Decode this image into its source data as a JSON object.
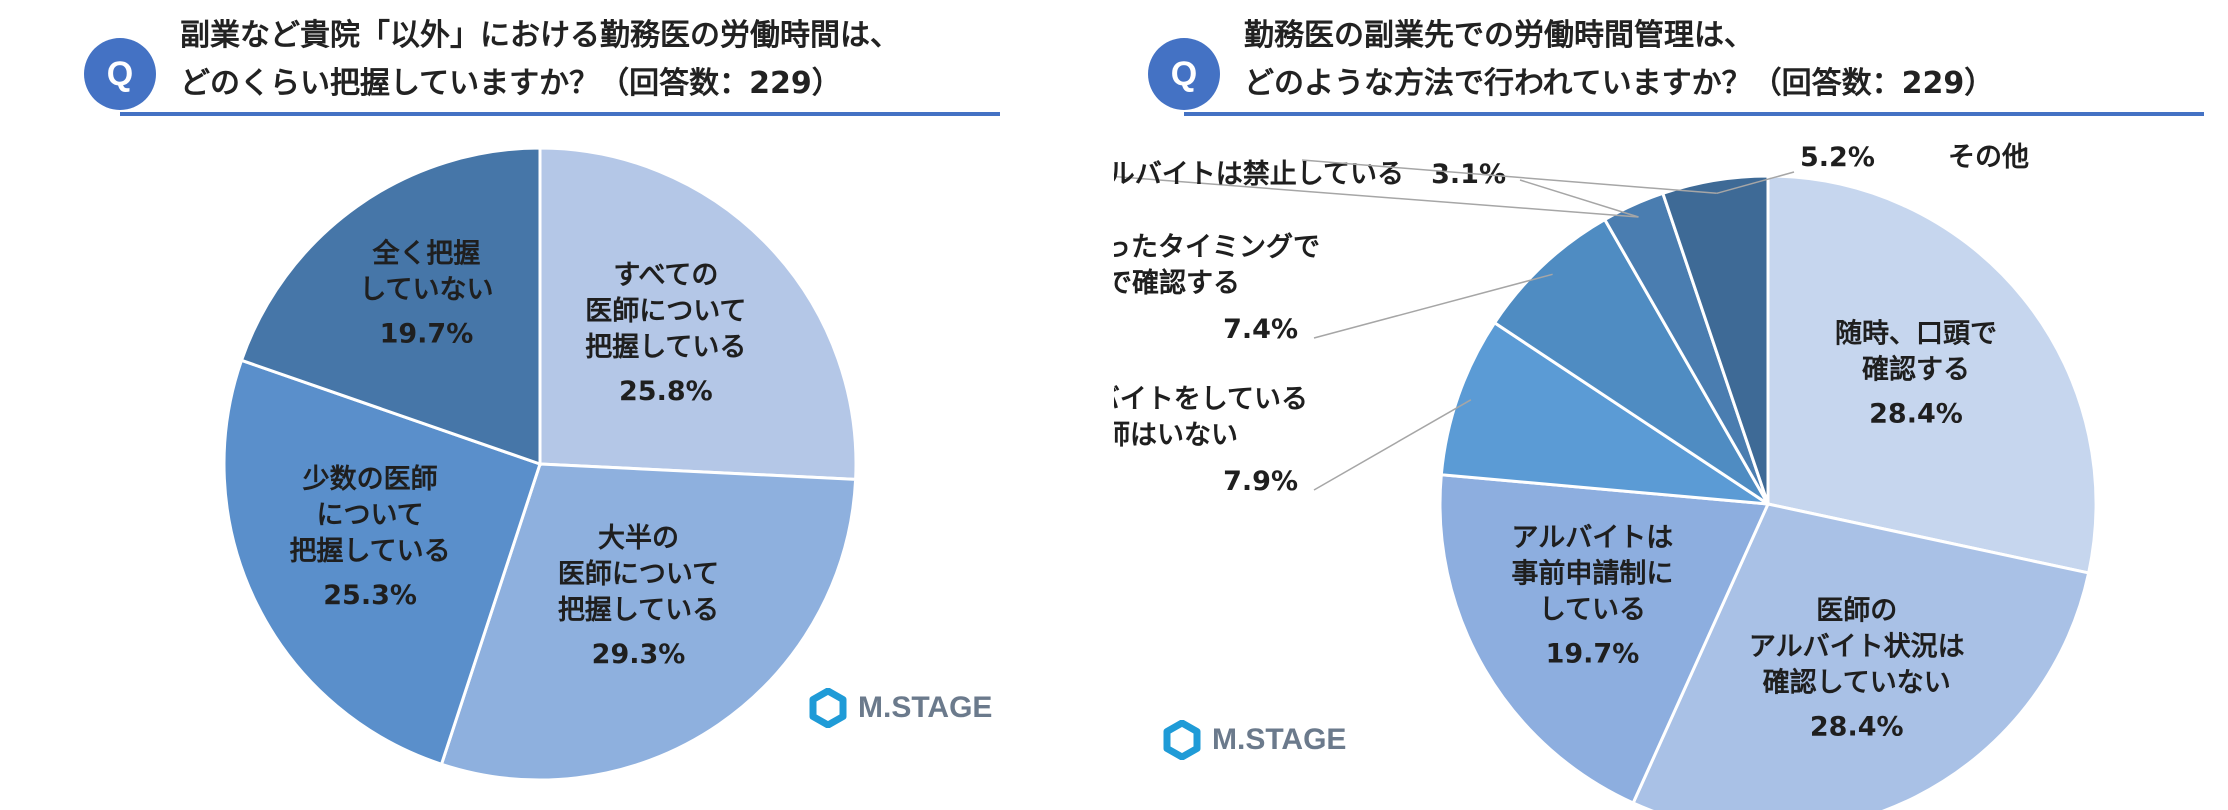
{
  "logo_text": "M.STAGE",
  "colors": {
    "accent": "#4472c4",
    "logo": "#1f9bd7"
  },
  "panels": [
    {
      "q_badge": "Q",
      "question_lines": [
        "副業など貴院「以外」における勤務医の労働時間は、",
        "どのくらい把握していますか？（回答数：229）"
      ],
      "chart_data": {
        "type": "pie",
        "start_angle_deg": 0,
        "direction": "clockwise",
        "slices": [
          {
            "label_lines": [
              "すべての",
              "医師について",
              "把握している"
            ],
            "value": 25.8,
            "display": "25.8%",
            "color": "#b4c7e7"
          },
          {
            "label_lines": [
              "大半の",
              "医師について",
              "把握している"
            ],
            "value": 29.3,
            "display": "29.3%",
            "color": "#8eb0de"
          },
          {
            "label_lines": [
              "少数の医師",
              "について",
              "把握している"
            ],
            "value": 25.3,
            "display": "25.3%",
            "color": "#5a8fcb"
          },
          {
            "label_lines": [
              "全く把握",
              "していない"
            ],
            "value": 19.7,
            "display": "19.7%",
            "color": "#4676a8"
          }
        ]
      }
    },
    {
      "q_badge": "Q",
      "question_lines": [
        "勤務医の副業先での労働時間管理は、",
        "どのような方法で行われていますか？（回答数：229）"
      ],
      "chart_data": {
        "type": "pie",
        "start_angle_deg": 0,
        "direction": "clockwise",
        "slices": [
          {
            "label_lines": [
              "随時、口頭で",
              "確認する"
            ],
            "value": 28.4,
            "display": "28.4%",
            "color": "#c6d6ee",
            "outside": false
          },
          {
            "label_lines": [
              "医師の",
              "アルバイト状況は",
              "確認していない"
            ],
            "value": 28.4,
            "display": "28.4%",
            "color": "#a9c1e6",
            "outside": false
          },
          {
            "label_lines": [
              "アルバイトは",
              "事前申請制に",
              "している"
            ],
            "value": 19.7,
            "display": "19.7%",
            "color": "#8daedf",
            "outside": false
          },
          {
            "label_lines": [
              "アルバイトをしている",
              "医師はいない"
            ],
            "value": 7.9,
            "display": "7.9%",
            "color": "#5b9bd5",
            "outside": true
          },
          {
            "label_lines": [
              "月次など決まったタイミングで",
              "口頭で確認する"
            ],
            "value": 7.4,
            "display": "7.4%",
            "color": "#4f8cc2",
            "outside": true
          },
          {
            "label_lines": [
              "アルバイトは禁止している"
            ],
            "value": 3.1,
            "display": "3.1%",
            "color": "#4a7db0",
            "outside": true
          },
          {
            "label_lines": [
              "その他"
            ],
            "value": 5.2,
            "display": "5.2%",
            "color": "#3e6a96",
            "outside": true
          }
        ]
      }
    }
  ]
}
